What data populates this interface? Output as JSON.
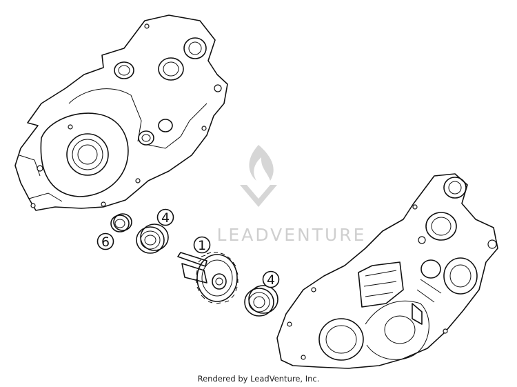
{
  "diagram": {
    "callouts": [
      {
        "id": "6",
        "label": "6"
      },
      {
        "id": "4a",
        "label": "4"
      },
      {
        "id": "1",
        "label": "1"
      },
      {
        "id": "4b",
        "label": "4"
      }
    ],
    "parts": {
      "left_case": "crankcase-half-left",
      "right_case": "crankcase-half-right",
      "shaft": "gear-shaft",
      "bearing_small": "bearing",
      "bearing_a": "bearing",
      "bearing_b": "bearing"
    }
  },
  "watermark": {
    "text": "LEADVENTURE",
    "logo_icon": "leadventure-flame-logo-icon"
  },
  "footer": {
    "text": "Rendered by LeadVenture, Inc."
  }
}
